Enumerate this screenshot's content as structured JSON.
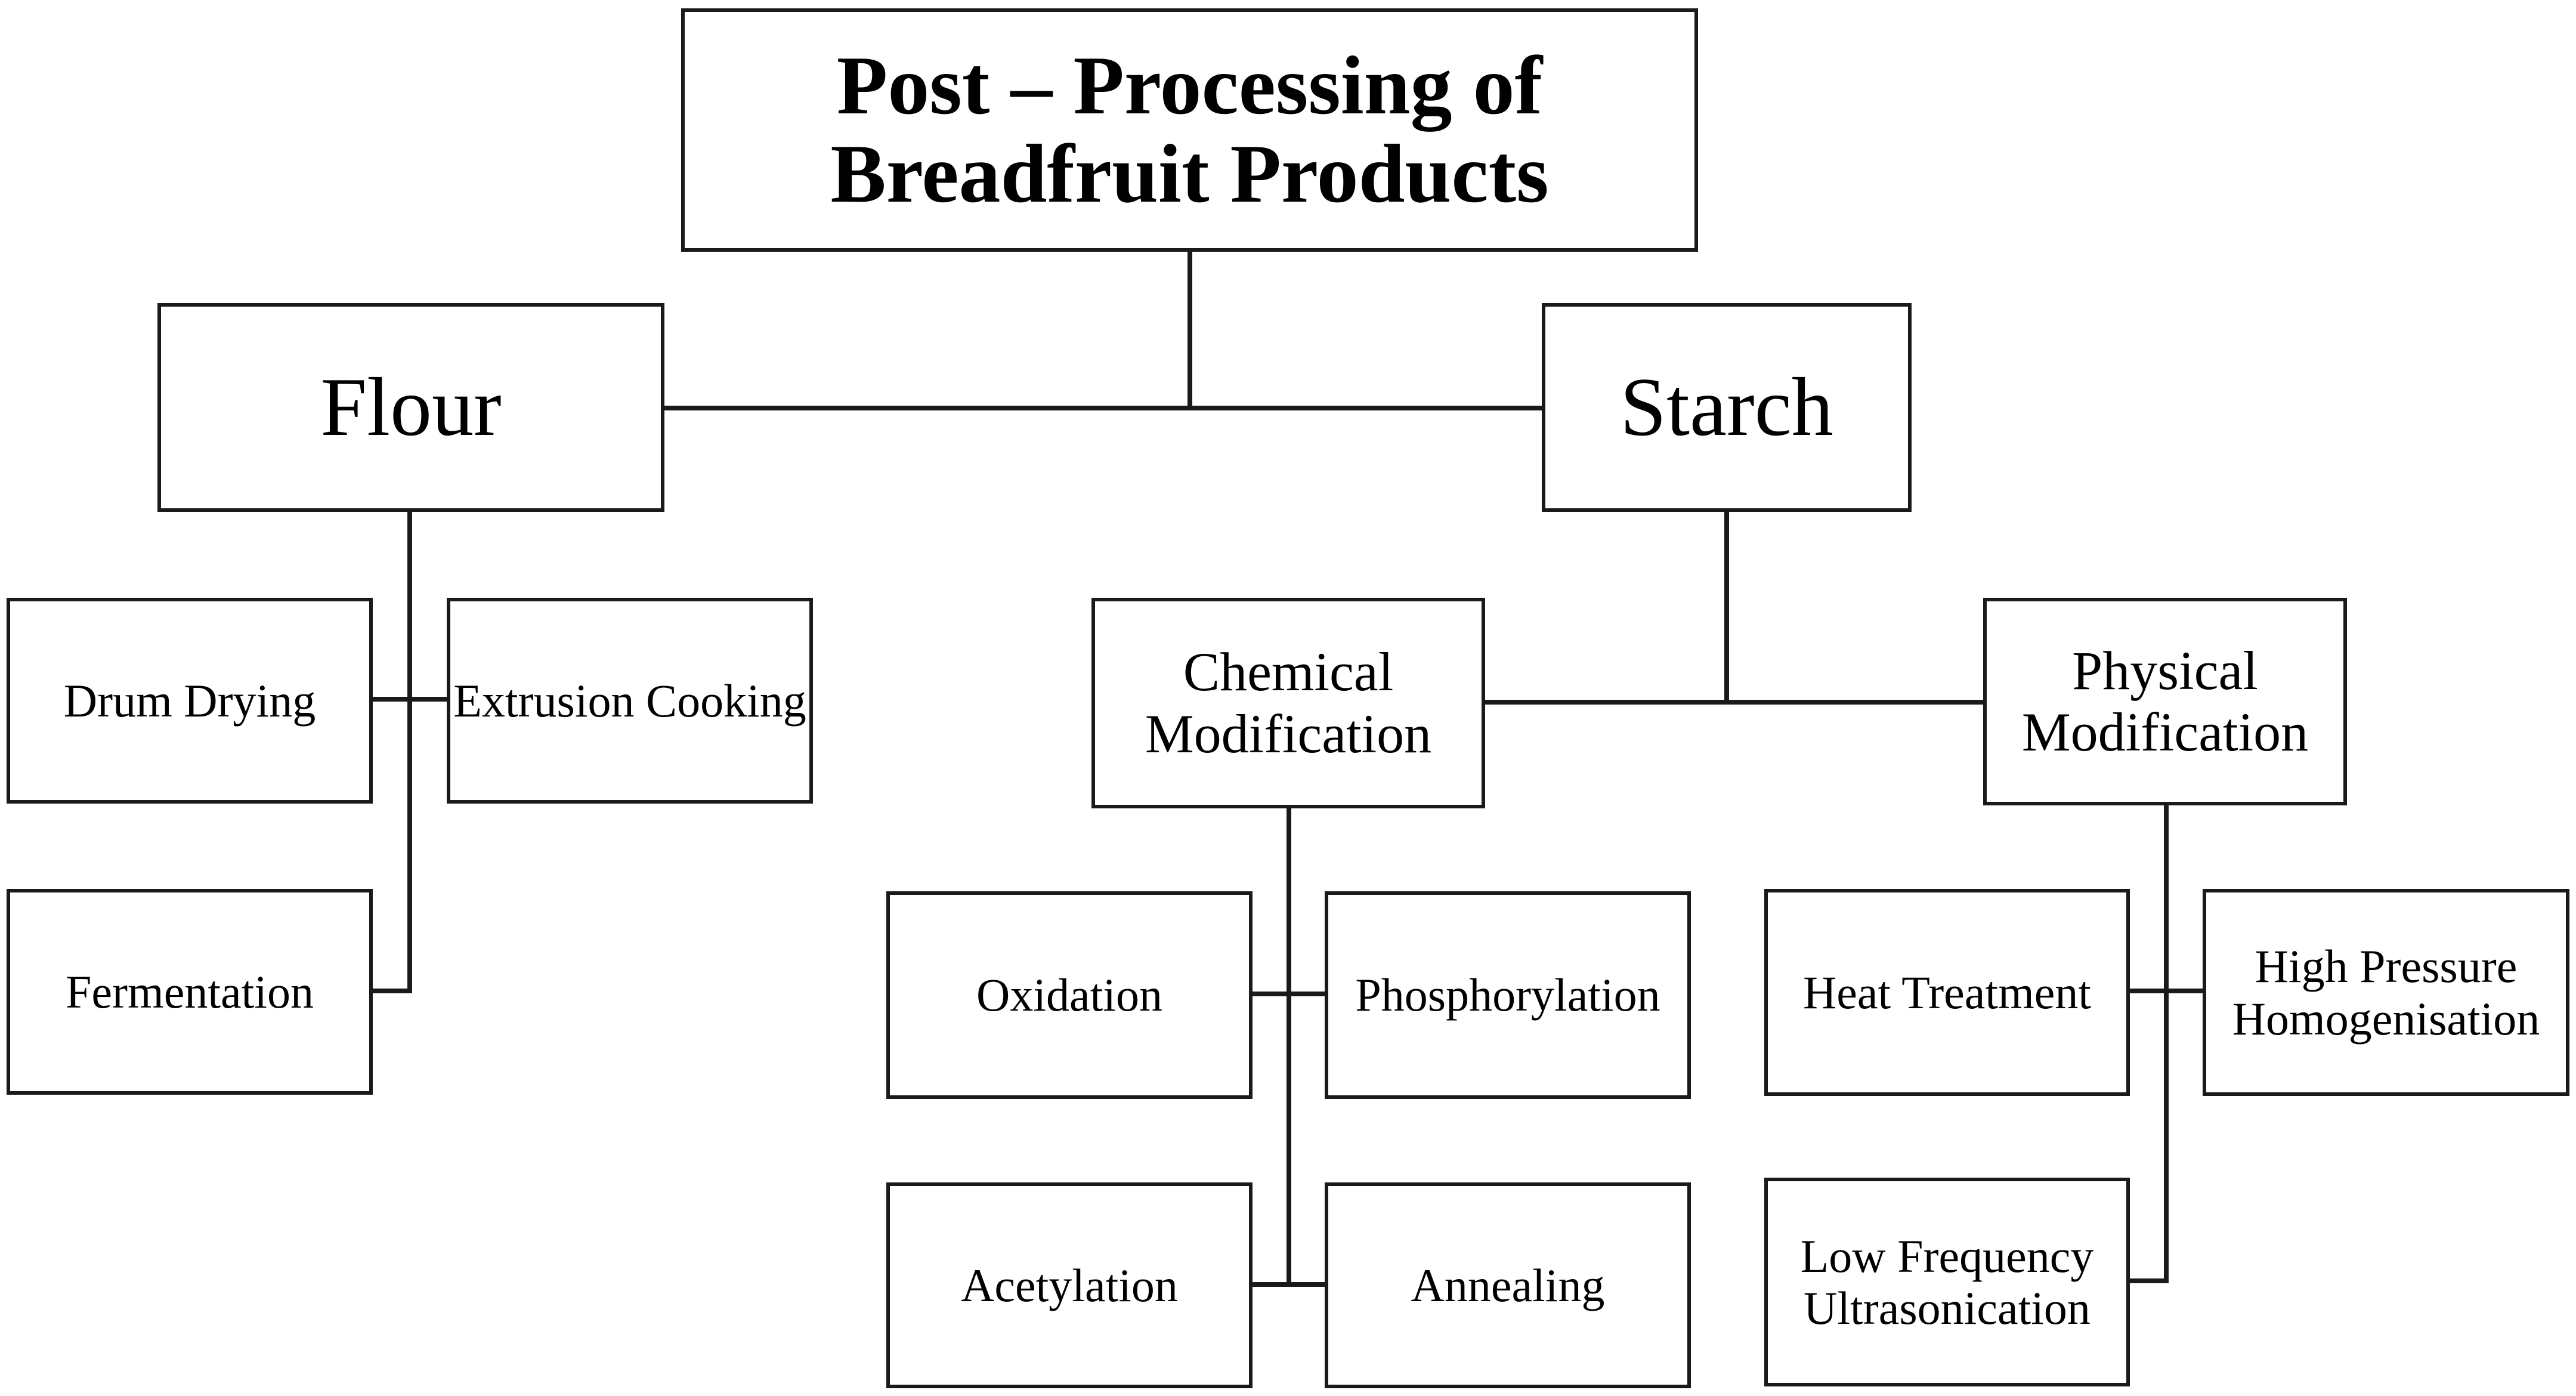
{
  "diagram": {
    "root": {
      "line1": "Post – Processing of",
      "line2": "Breadfruit Products"
    },
    "flour": {
      "label": "Flour",
      "children": [
        "Drum Drying",
        "Extrusion Cooking",
        "Fermentation"
      ]
    },
    "starch": {
      "label": "Starch",
      "chemical": {
        "line1": "Chemical",
        "line2": "Modification",
        "children": [
          "Oxidation",
          "Phosphorylation",
          "Acetylation",
          "Annealing"
        ]
      },
      "physical": {
        "line1": "Physical",
        "line2": "Modification",
        "heat": "Heat Treatment",
        "hph": {
          "line1": "High Pressure",
          "line2": "Homogenisation"
        },
        "lfu": {
          "line1": "Low Frequency",
          "line2": "Ultrasonication"
        }
      }
    }
  }
}
